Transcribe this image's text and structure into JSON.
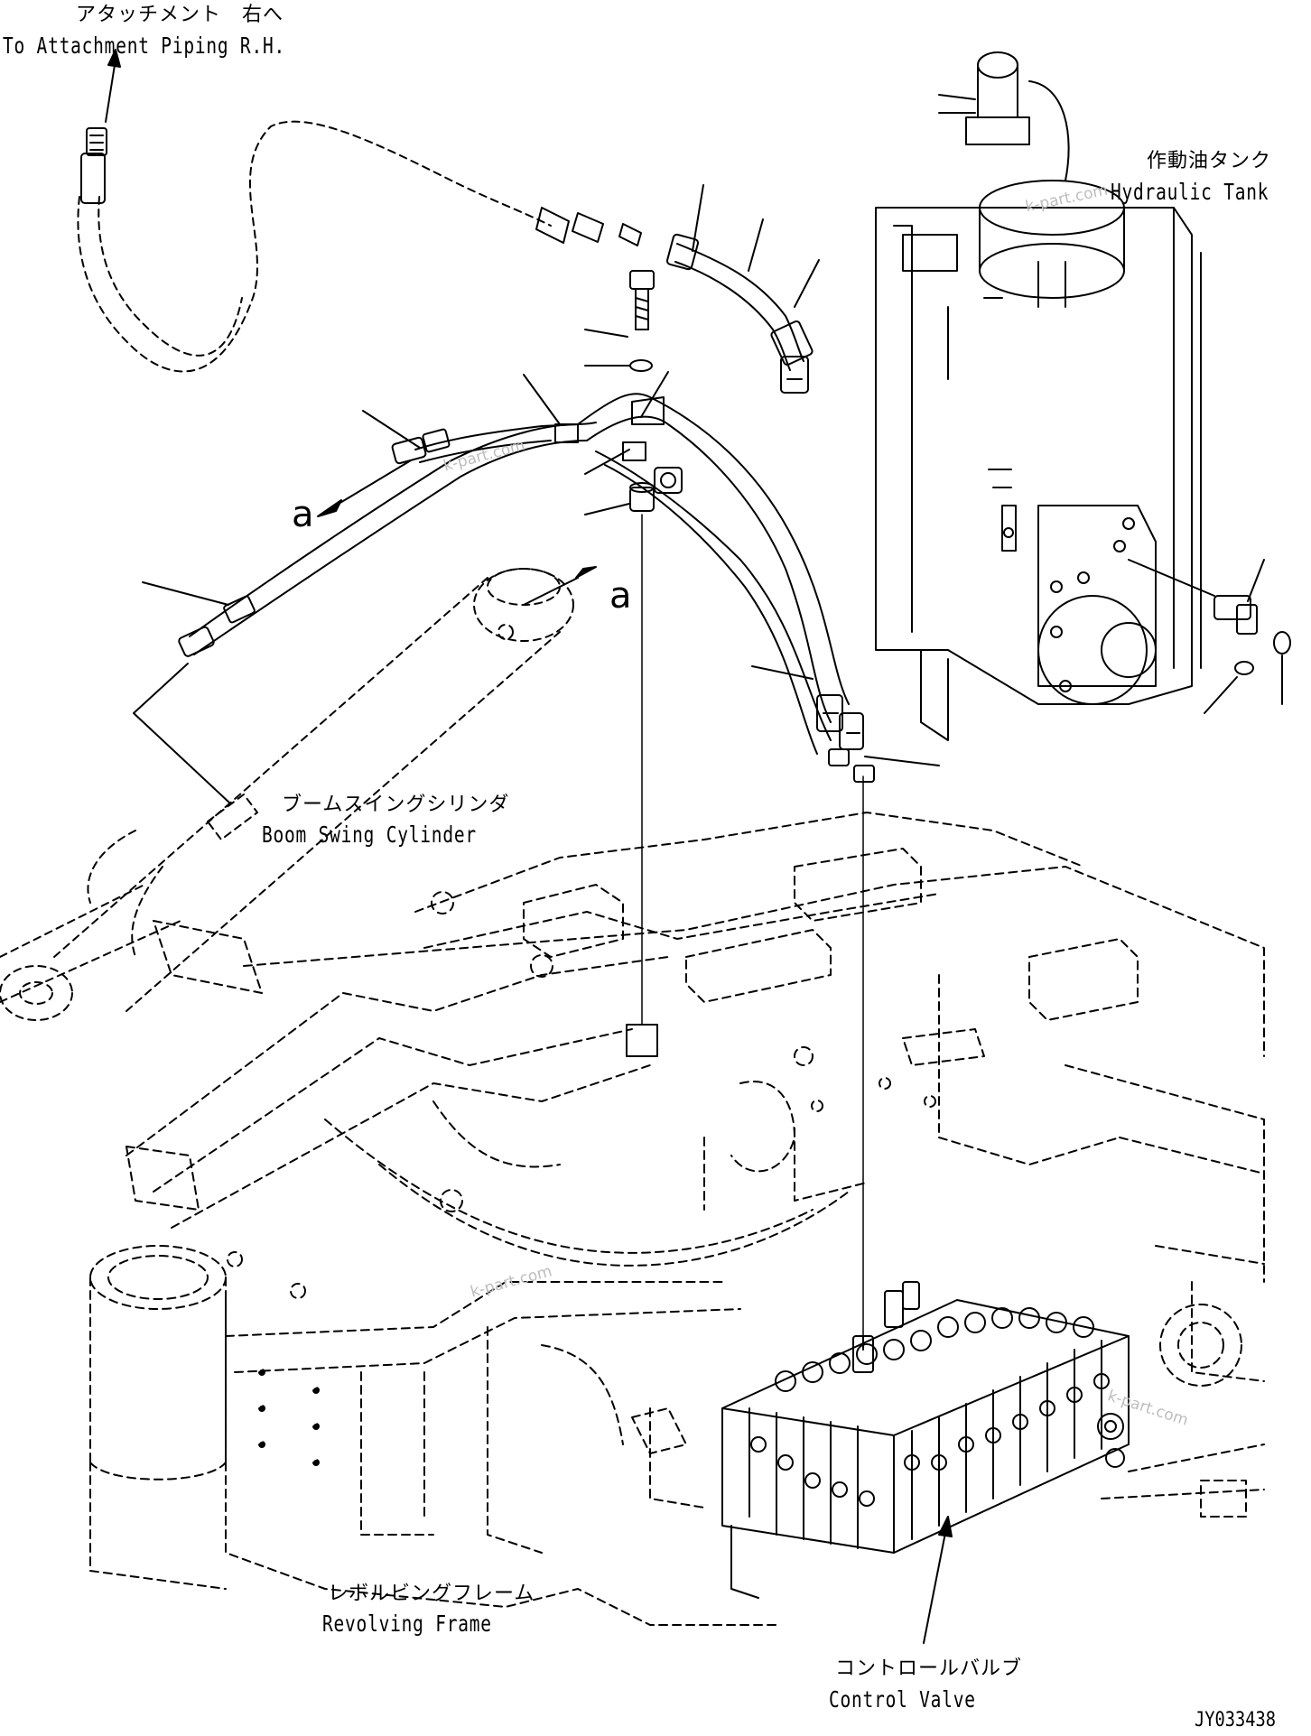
{
  "labels": {
    "attachment_jp": "アタッチメント　右へ",
    "attachment_en": "To Attachment Piping R.H.",
    "tank_jp": "作動油タンク",
    "tank_en": "Hydraulic Tank",
    "cylinder_jp": "ブームスイングシリンダ",
    "cylinder_en": "Boom Swing Cylinder",
    "frame_jp": "レボルビングフレーム",
    "frame_en": "Revolving Frame",
    "valve_jp": "コントロールバルブ",
    "valve_en": "Control Valve",
    "drawing_code": "JY033438"
  },
  "callouts": {
    "a1": "a",
    "a2": "a"
  },
  "watermarks": [
    "k-part.com",
    "k-part.com",
    "k-part.com",
    "k-part.com"
  ],
  "colors": {
    "line": "#000000",
    "background": "#ffffff",
    "watermark": "#bdbdbd"
  }
}
